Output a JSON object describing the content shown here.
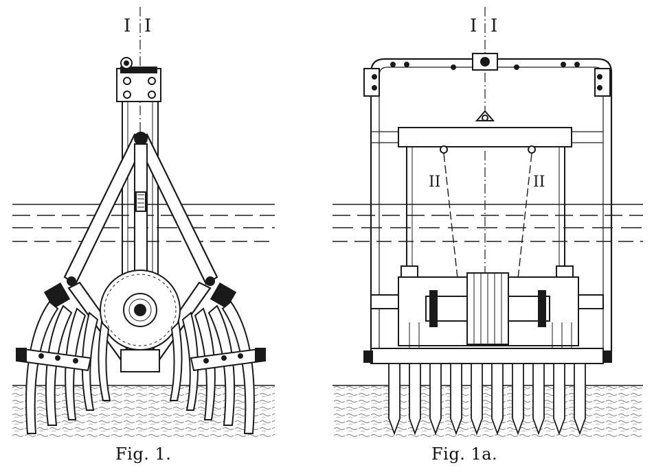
{
  "figures": [
    {
      "caption": "Fig. 1.",
      "rope_marks": [
        "I",
        "I"
      ]
    },
    {
      "caption": "Fig. 1a.",
      "rope_marks": [
        "I",
        "I"
      ],
      "rope_marks_lower": [
        "II",
        "II"
      ]
    }
  ],
  "colors": {
    "ink": "#1a1a1a",
    "paper": "#ffffff",
    "ground": "#6b6b6b"
  }
}
